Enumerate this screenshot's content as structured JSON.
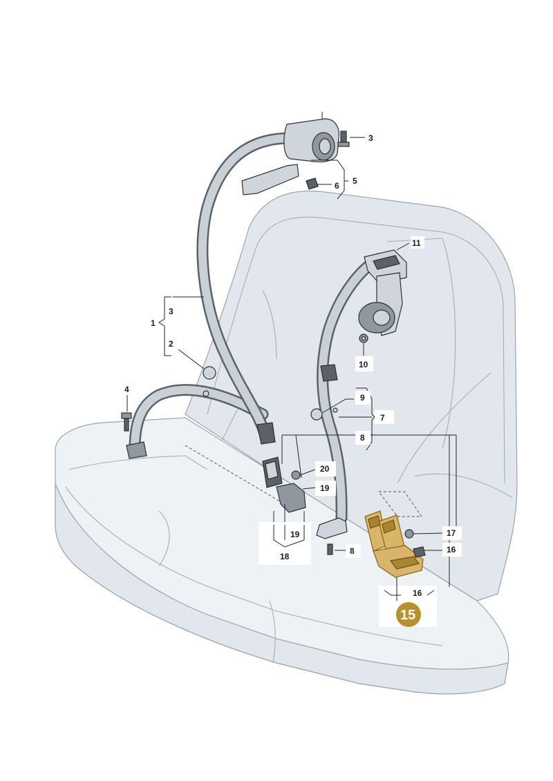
{
  "callouts": {
    "c1": "1",
    "c2": "2",
    "c3_top": "3",
    "c3_left": "3",
    "c4": "4",
    "c5": "5",
    "c6": "6",
    "c7": "7",
    "c8_mid": "8",
    "c8_bottom": "8",
    "c9": "9",
    "c10": "10",
    "c11": "11",
    "c15": "15",
    "c16_right": "16",
    "c16_bottom": "16",
    "c17": "17",
    "c18": "18",
    "c19_a": "19",
    "c19_b": "19",
    "c20": "20"
  },
  "colors": {
    "highlight": "#c9a24a",
    "highlight_badge": "#b8912f",
    "seat_fill": "#e1e7ec",
    "belt": "#59626b"
  }
}
